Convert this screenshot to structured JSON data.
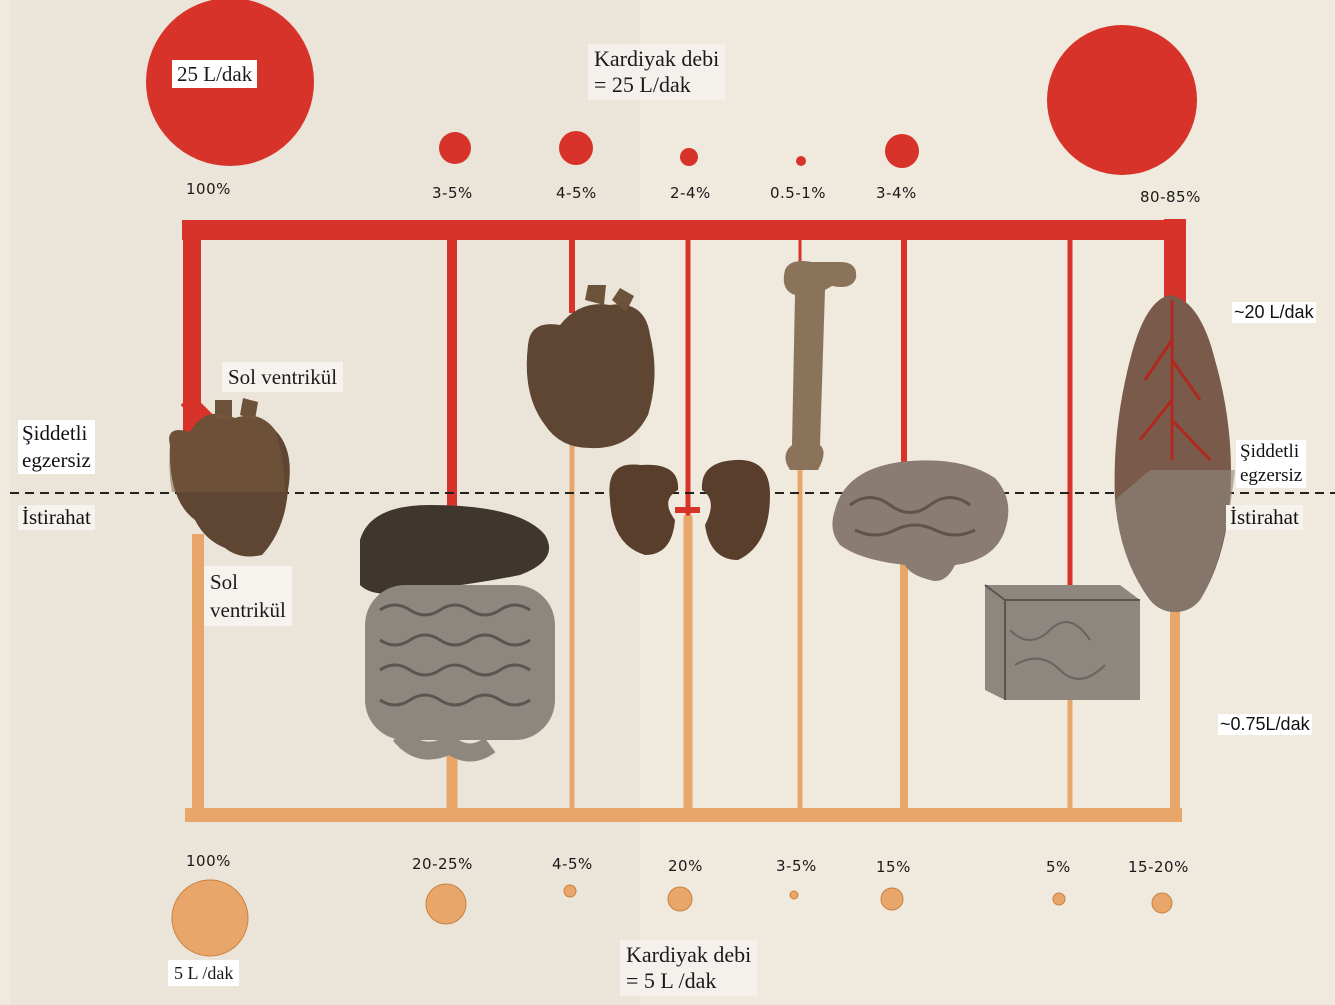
{
  "colors": {
    "exercise": "#d8332a",
    "rest": "#e8a66a",
    "background": "#efe9de",
    "organ_dark": "#5e4632",
    "organ_gray": "#8d877f"
  },
  "exercise": {
    "cardiac_output_label": "Kardiyak debi\n= 25 L/dak",
    "big_circle_label": "25 L/dak",
    "total_percent": "100%",
    "muscle_flow": "~20 L/dak",
    "state_label": "Şiddetli\negzersiz",
    "state_label_right": "Şiddetli\negzersiz",
    "ventricle_label": "Sol ventrikül",
    "branches": [
      {
        "organ": "gut-liver",
        "percent": "3-5%"
      },
      {
        "organ": "heart",
        "percent": "4-5%"
      },
      {
        "organ": "kidney",
        "percent": "2-4%"
      },
      {
        "organ": "bone",
        "percent": "0.5-1%"
      },
      {
        "organ": "brain",
        "percent": "3-4%"
      },
      {
        "organ": "muscle",
        "percent": "80-85%"
      }
    ]
  },
  "rest": {
    "cardiac_output_label": "Kardiyak debi\n= 5 L /dak",
    "small_circle_label": "5 L /dak",
    "total_percent": "100%",
    "skin_flow": "~0.75L/dak",
    "state_label": "İstirahat",
    "state_label_right": "İstirahat",
    "ventricle_label": "Sol\nventrikül",
    "branches": [
      {
        "organ": "gut-liver",
        "percent": "20-25%"
      },
      {
        "organ": "heart",
        "percent": "4-5%"
      },
      {
        "organ": "kidney",
        "percent": "20%"
      },
      {
        "organ": "bone",
        "percent": "3-5%"
      },
      {
        "organ": "brain",
        "percent": "15%"
      },
      {
        "organ": "skin",
        "percent": "5%"
      },
      {
        "organ": "muscle",
        "percent": "15-20%"
      }
    ]
  }
}
